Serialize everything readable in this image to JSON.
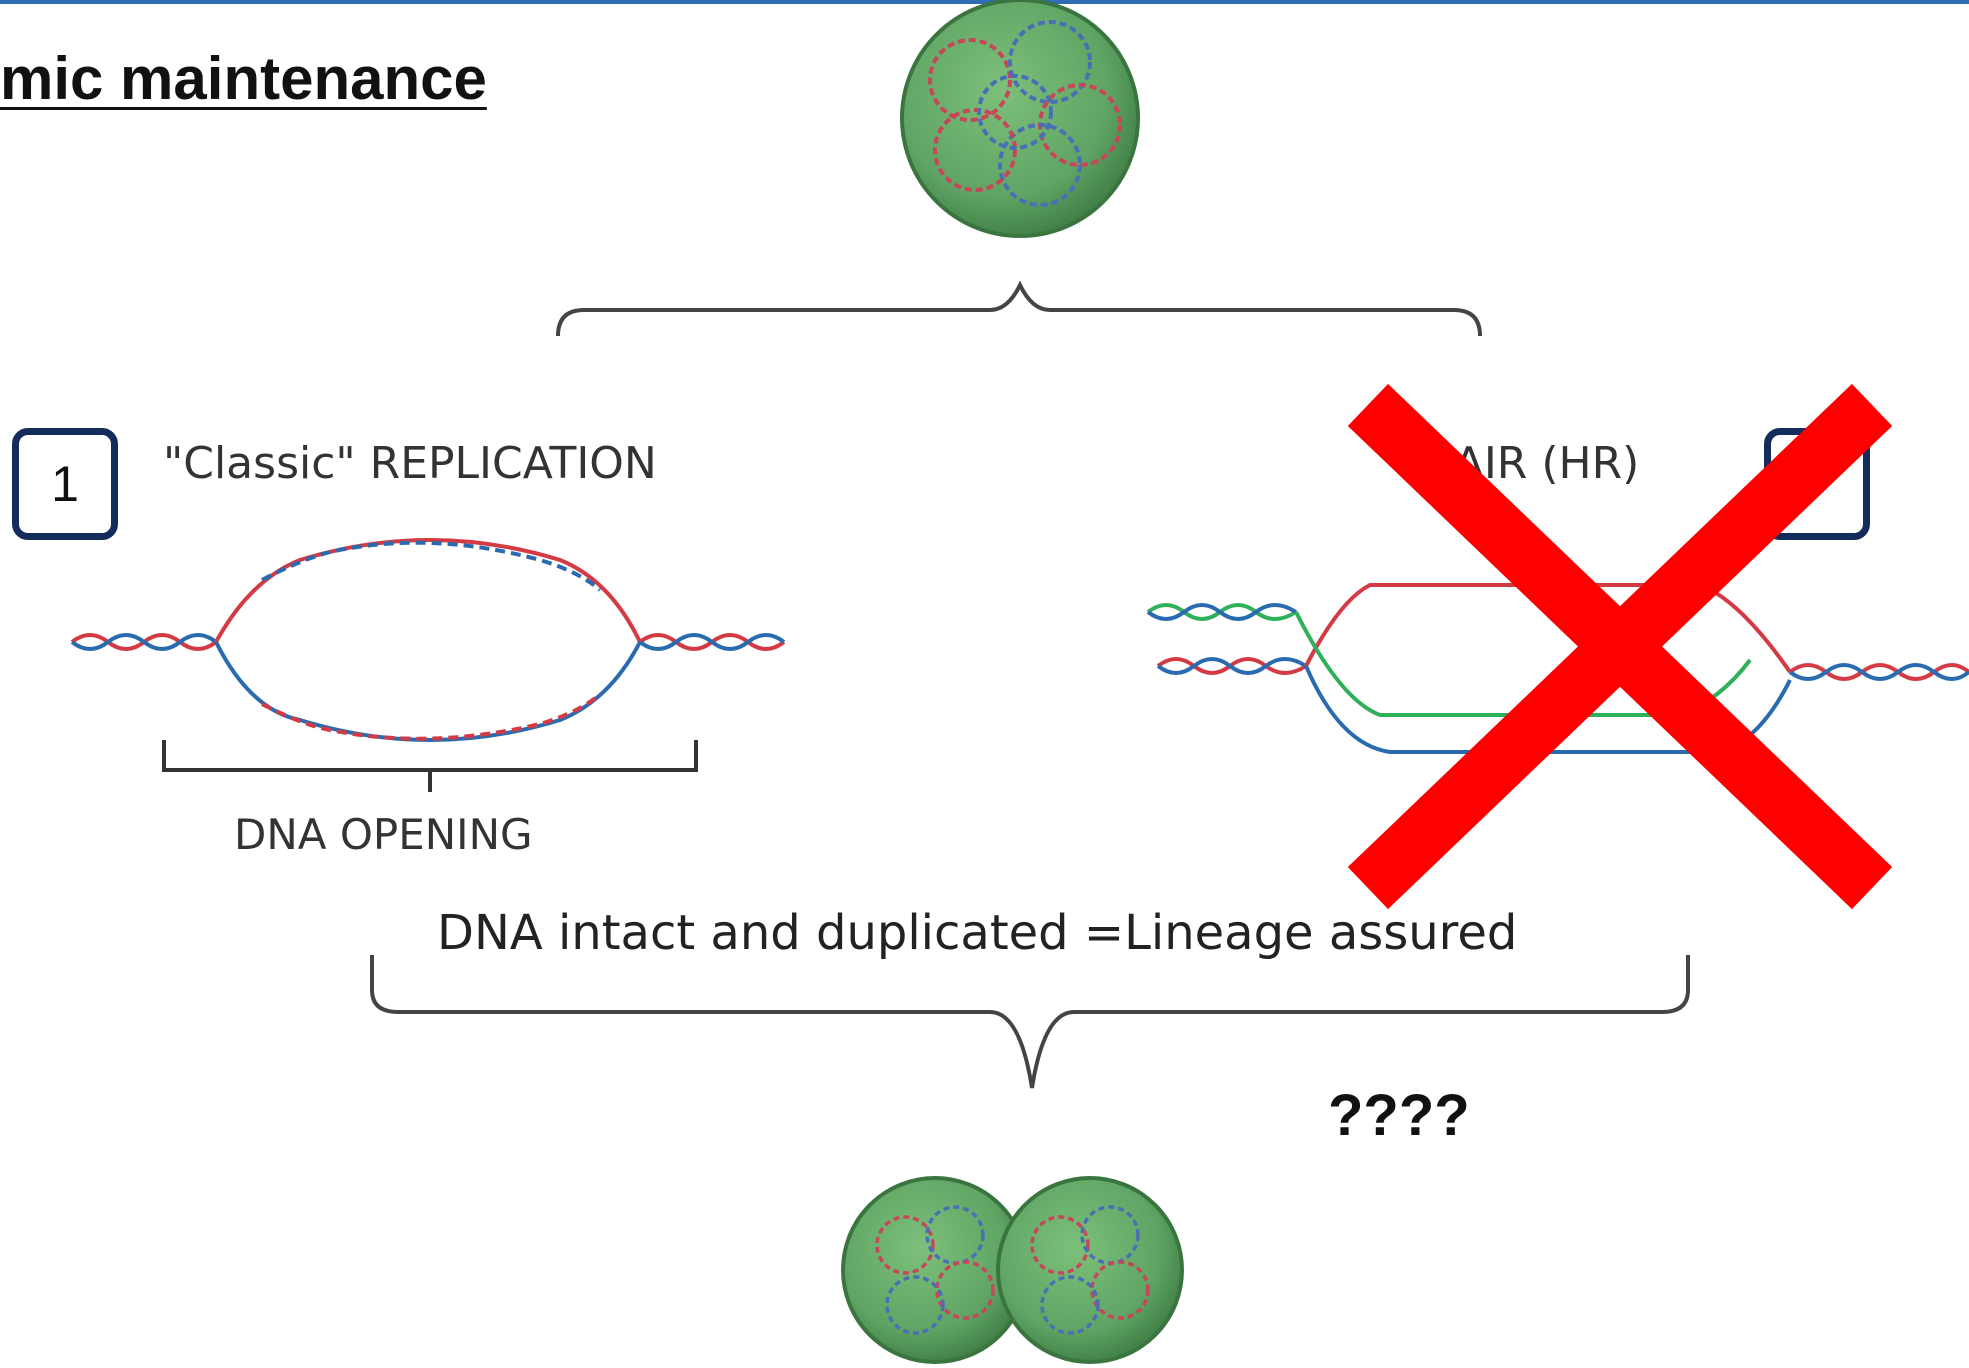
{
  "title": "mic maintenance",
  "pathway_1": {
    "number": "1",
    "label": "\"Classic\" REPLICATION",
    "span_label": "DNA OPENING"
  },
  "pathway_2": {
    "label": "PAIR (HR)"
  },
  "outcome": "DNA intact and duplicated =Lineage assured",
  "unknown_marker": "????",
  "colors": {
    "header_rule": "#2e6db4",
    "cell_fill": "#5fa464",
    "cell_outline": "#3f7e45",
    "strand_red": "#d43a44",
    "strand_blue": "#2a6bb0",
    "strand_green": "#2fb05a",
    "cross_out": "#ff0000",
    "badge_border": "#142c5c"
  },
  "icons": [
    "parent-cell-icon",
    "daughter-cells-icon",
    "replication-bubble-icon",
    "hr-repair-icon",
    "cross-out-icon"
  ]
}
